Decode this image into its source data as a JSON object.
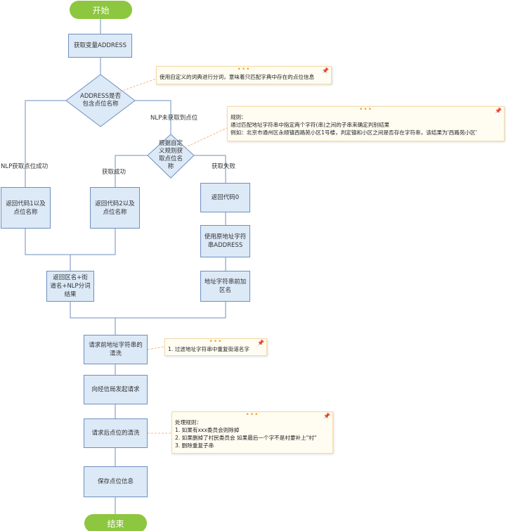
{
  "nodes": {
    "start": "开始",
    "get_address": "获取变量ADDRESS",
    "decision_contains": "ADDRESS是否包含点位名称",
    "decision_regex": "根据自定义规则获取点位名称",
    "return_code1": "返回代码1以及点位名称",
    "return_code2": "返回代码2以及点位名称",
    "return_code0": "返回代码0",
    "use_original": "使用原地址字符串ADDRESS",
    "return_district": "返回区名+街道名+NLP分词结果",
    "prepend_district": "地址字符串前加区名",
    "pre_clean": "请求前地址字符串的清洗",
    "send_request": "向经信局发起请求",
    "post_clean": "请求后点位的清洗",
    "save": "保存点位信息",
    "end": "结束"
  },
  "edge_labels": {
    "nlp_success": "NLP获取点位成功",
    "nlp_fail": "NLP未获取到点位",
    "regex_success": "获取成功",
    "regex_fail": "获取失败"
  },
  "notes": {
    "note1": {
      "lines": [
        "使用自定义的词典进行分词，意味着只匹配字典中存在的点位信息"
      ]
    },
    "note2": {
      "lines": [
        "规则：",
        "通过匹配地址字符串中指定两个字符(串)之间的子串来确定判别结果",
        "例如：北京市通州区永顺镇西路苑小区1号楼，判定镇和小区之间是否存在字符串，该结果为'西路苑小区'"
      ]
    },
    "note3": {
      "lines": [
        "1. 过滤地址字符串中重复街道名字"
      ]
    },
    "note4": {
      "lines": [
        "处理规则：",
        "1. 如果有xxx委员会则除掉",
        "2. 如果删掉了村民委员会 如果最后一个字不是村要补上\"村\"",
        "3. 删除重复子串"
      ]
    }
  },
  "icons": {
    "note_dots": "ellipsis-icon",
    "note_pin": "pin-icon"
  },
  "colors": {
    "terminal": "#8dc63f",
    "process_fill": "#dce9f7",
    "process_border": "#6d8fbf",
    "line": "#6d8fbf",
    "note_border": "#f5d9a8",
    "note_connector": "#f4a460"
  }
}
